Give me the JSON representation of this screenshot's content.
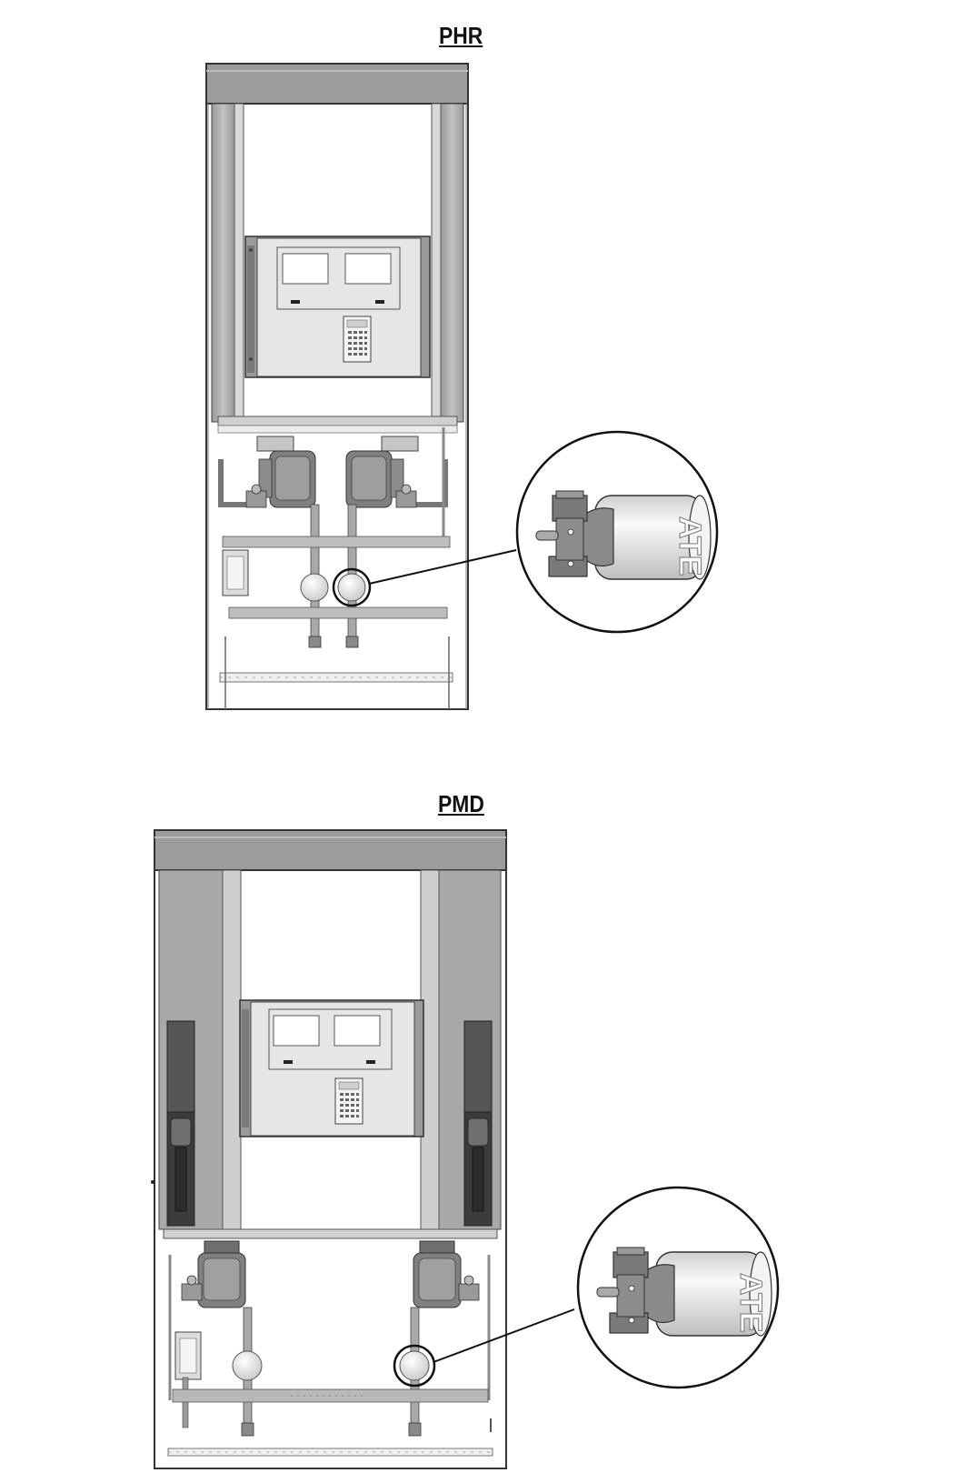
{
  "diagram": {
    "figures": [
      {
        "id": "phr",
        "title": "PHR",
        "callout_label": "ATE"
      },
      {
        "id": "pmd",
        "title": "PMD",
        "callout_label": "ATE"
      }
    ],
    "colors": {
      "frame_dark": "#8a8a8a",
      "frame_mid": "#b4b4b4",
      "frame_light": "#d9d9d9",
      "panel": "#e9e9e9",
      "outline": "#333333",
      "nozzle": "#555555",
      "filter_body": "#f0f0f0"
    }
  }
}
